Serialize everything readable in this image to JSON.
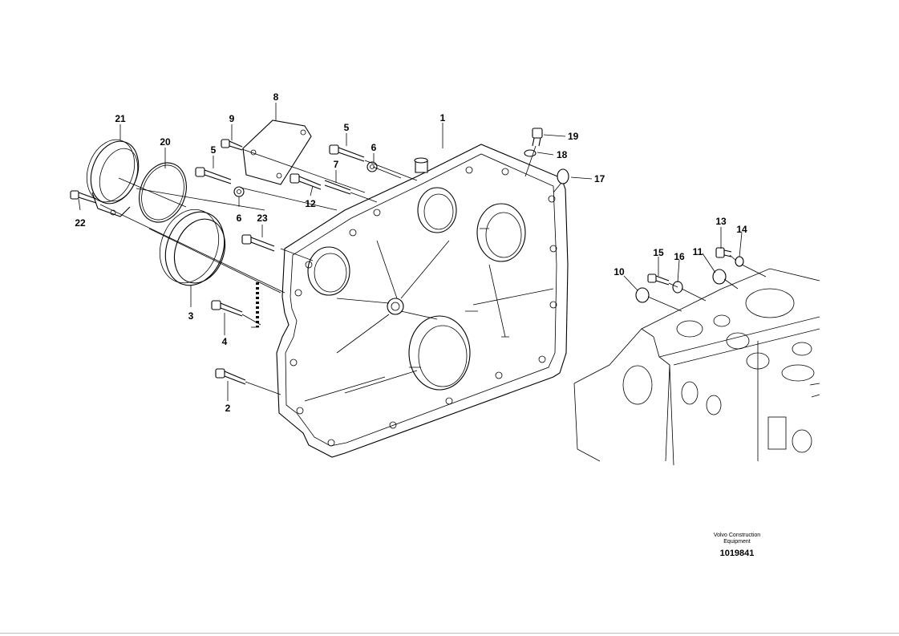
{
  "callouts": {
    "c1": "1",
    "c2": "2",
    "c3": "3",
    "c4": "4",
    "c5a": "5",
    "c5b": "5",
    "c6a": "6",
    "c6b": "6",
    "c7": "7",
    "c8": "8",
    "c9": "9",
    "c10": "10",
    "c11": "11",
    "c12": "12",
    "c13": "13",
    "c14": "14",
    "c15": "15",
    "c16": "16",
    "c17": "17",
    "c18": "18",
    "c19": "19",
    "c20": "20",
    "c21": "21",
    "c22": "22",
    "c23": "23"
  },
  "footer": {
    "maker_line1": "Volvo Construction",
    "maker_line2": "Equipment",
    "drawing_number": "1019841"
  }
}
